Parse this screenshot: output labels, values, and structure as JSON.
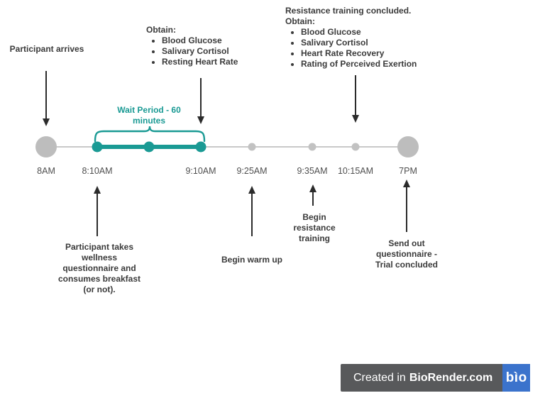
{
  "colors": {
    "teal": "#1a9a94",
    "timeline_gray": "#c9c9c9",
    "endpoint_gray": "#bdbdbd",
    "small_dot_gray": "#c2c2c2",
    "annotation_text": "#3a3a3a",
    "time_label_gray": "#4f4f4f",
    "badge_bg": "#58595b",
    "badge_blue": "#3b73cc"
  },
  "timeline": {
    "time_labels": [
      "8AM",
      "8:10AM",
      "9:10AM",
      "9:25AM",
      "9:35AM",
      "10:15AM",
      "7PM"
    ]
  },
  "annotations": {
    "participant_arrives": "Participant arrives",
    "obtain_910": {
      "title": "Obtain:",
      "items": [
        "Blood Glucose",
        "Salivary Cortisol",
        "Resting Heart Rate"
      ]
    },
    "obtain_1015": {
      "line1": "Resistance training concluded.",
      "line2": "Obtain:",
      "items": [
        "Blood Glucose",
        "Salivary Cortisol",
        "Heart Rate Recovery",
        "Rating of Perceived Exertion"
      ]
    },
    "wait_period": "Wait Period - 60 minutes",
    "wellness": "Participant takes wellness questionnaire and consumes breakfast (or not).",
    "warm_up": "Begin warm up",
    "resistance": "Begin resistance training",
    "send_out": "Send out questionnaire - Trial concluded"
  },
  "badge": {
    "prefix": "Created in",
    "brand": "BioRender.com",
    "logo": "bìo"
  }
}
